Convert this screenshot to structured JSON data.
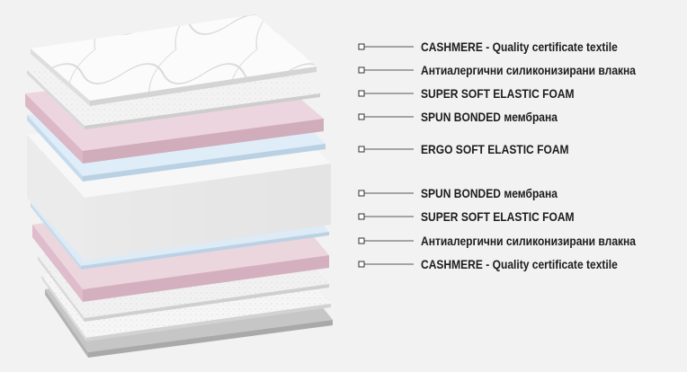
{
  "layers": [
    {
      "label": "CASHMERE - Quality certificate textile"
    },
    {
      "label": "Антиалергични силиконизирани влакна"
    },
    {
      "label": "SUPER SOFT ELASTIC FOAM"
    },
    {
      "label": "SPUN BONDED мембрана"
    },
    {
      "label": "ERGO SOFT ELASTIC FOAM"
    },
    {
      "label": "SPUN BONDED мембрана"
    },
    {
      "label": "SUPER SOFT ELASTIC FOAM"
    },
    {
      "label": "Антиалергични силиконизирани влакна"
    },
    {
      "label": "CASHMERE - Quality certificate textile"
    }
  ],
  "colors": {
    "background": "#f2f2f2",
    "cashmere": "#fafafa",
    "fiber": "#f4f4f4",
    "foam_pink": "#e9cfd9",
    "membrane_blue": "#dcecf7",
    "ergo_foam": "#f0f0f0",
    "base_gray": "#c9c9c9",
    "leader_line": "#555555"
  }
}
